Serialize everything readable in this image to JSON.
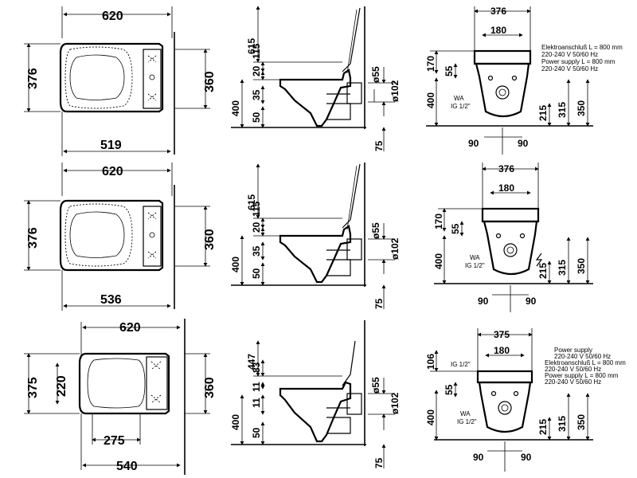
{
  "rows": [
    {
      "top": {
        "w_total": "620",
        "depth": "376",
        "inner": "360",
        "bottom": "519"
      },
      "side": {
        "d615": "615",
        "d115": "115",
        "d20": "20",
        "d35": "35",
        "d50": "50",
        "d400": "400",
        "d75": "75",
        "o55": "ø55",
        "o102": "ø102"
      },
      "front": {
        "w376": "376",
        "w180": "180",
        "d170": "170",
        "d55": "55",
        "d400": "400",
        "d215": "215",
        "d315": "315",
        "d350": "350",
        "d90a": "90",
        "d90b": "90",
        "wa": "WA",
        "ig": "IG 1/2\"",
        "note1a": "Elektroanschluß L = 800 mm",
        "note1b": "220-240 V  50/60 Hz",
        "note2a": "Power supply L = 800 mm",
        "note2b": "220-240 V  50/60 Hz"
      }
    },
    {
      "top": {
        "w_total": "620",
        "depth": "376",
        "inner": "360",
        "bottom": "536"
      },
      "side": {
        "d615": "615",
        "d115": "115",
        "d20": "20",
        "d35": "35",
        "d50": "50",
        "d400": "400",
        "d75": "75",
        "o55": "ø55",
        "o102": "ø102"
      },
      "front": {
        "w376": "376",
        "w180": "180",
        "d170": "170",
        "d55": "55",
        "d400": "400",
        "d215": "215",
        "d315": "315",
        "d350": "350",
        "d90a": "90",
        "d90b": "90",
        "wa": "WA",
        "ig": "IG 1/2\""
      }
    },
    {
      "top": {
        "w_total": "620",
        "depth": "375",
        "inner": "360",
        "d220": "220",
        "d275": "275",
        "bottom": "540"
      },
      "side": {
        "d447": "447",
        "d83": "83",
        "d11a": "11",
        "d11b": "11",
        "d400": "400",
        "d50": "50",
        "d75": "75",
        "o55": "ø55",
        "o102": "ø102"
      },
      "front": {
        "w375": "375",
        "w180": "180",
        "d106": "106",
        "d55": "55",
        "d400": "400",
        "d215": "215",
        "d315": "315",
        "d350": "350",
        "d90a": "90",
        "d90b": "90",
        "ig_top": "IG 1/2\"",
        "wa": "WA",
        "ig": "IG 1/2\"",
        "noteA1": "Power supply",
        "noteA2": "220-240 V  50/60 Hz",
        "noteB1": "Elektroanschluß L = 800 mm",
        "noteB2": "220-240 V  50/60 Hz",
        "noteC1": "Power supply L = 800 mm",
        "noteC2": "220-240 V  50/60 Hz"
      }
    }
  ]
}
